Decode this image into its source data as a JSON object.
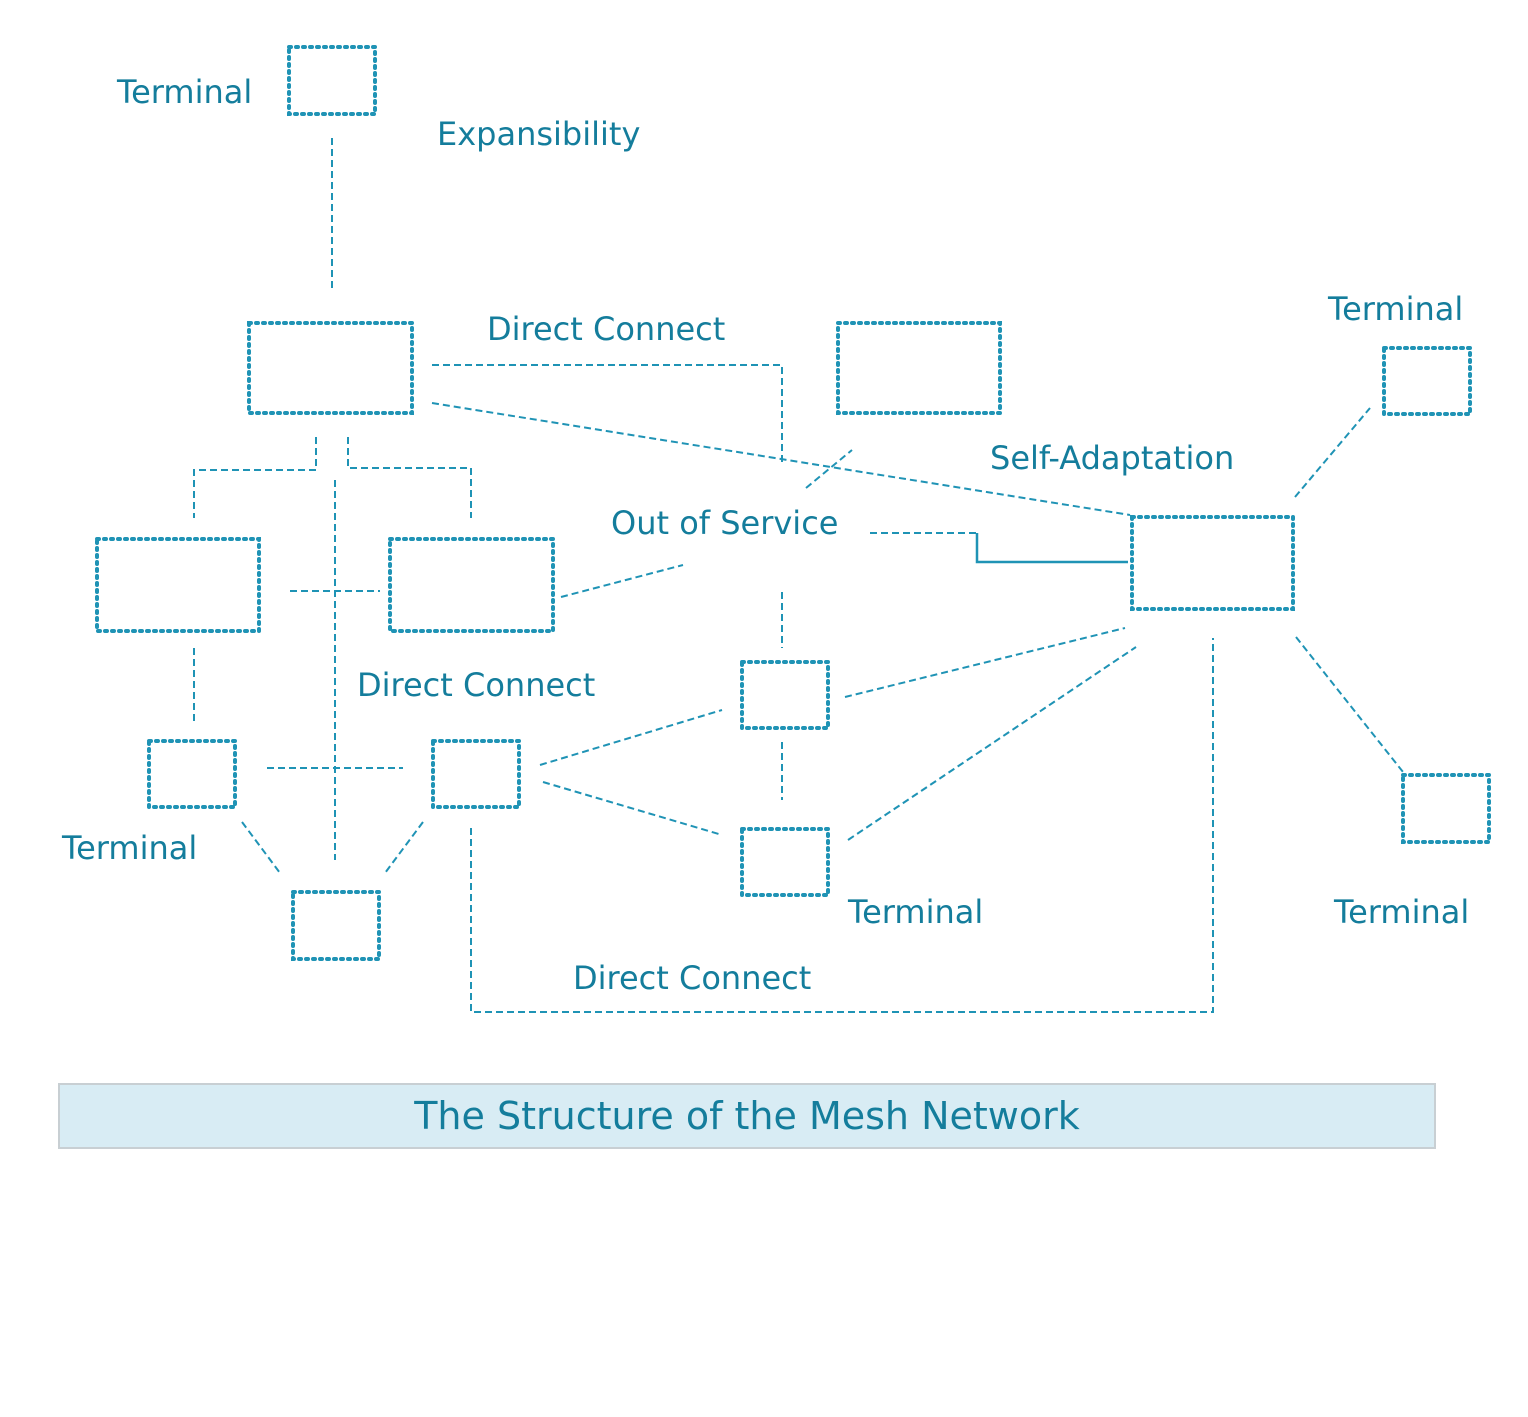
{
  "diagram": {
    "title": "The Structure of the Mesh Network",
    "labels": {
      "terminal_top_left": "Terminal",
      "expansibility": "Expansibility",
      "direct_connect_top": "Direct Connect",
      "terminal_right_top": "Terminal",
      "self_adaptation": "Self-Adaptation",
      "out_of_service": "Out of Service",
      "direct_connect_mid": "Direct Connect",
      "terminal_left": "Terminal",
      "terminal_center": "Terminal",
      "terminal_right_bottom": "Terminal",
      "direct_connect_bottom": "Direct Connect"
    },
    "colors": {
      "stroke": "#1f93b5",
      "text": "#147d9c",
      "caption_bg": "#d8ecf4"
    }
  }
}
